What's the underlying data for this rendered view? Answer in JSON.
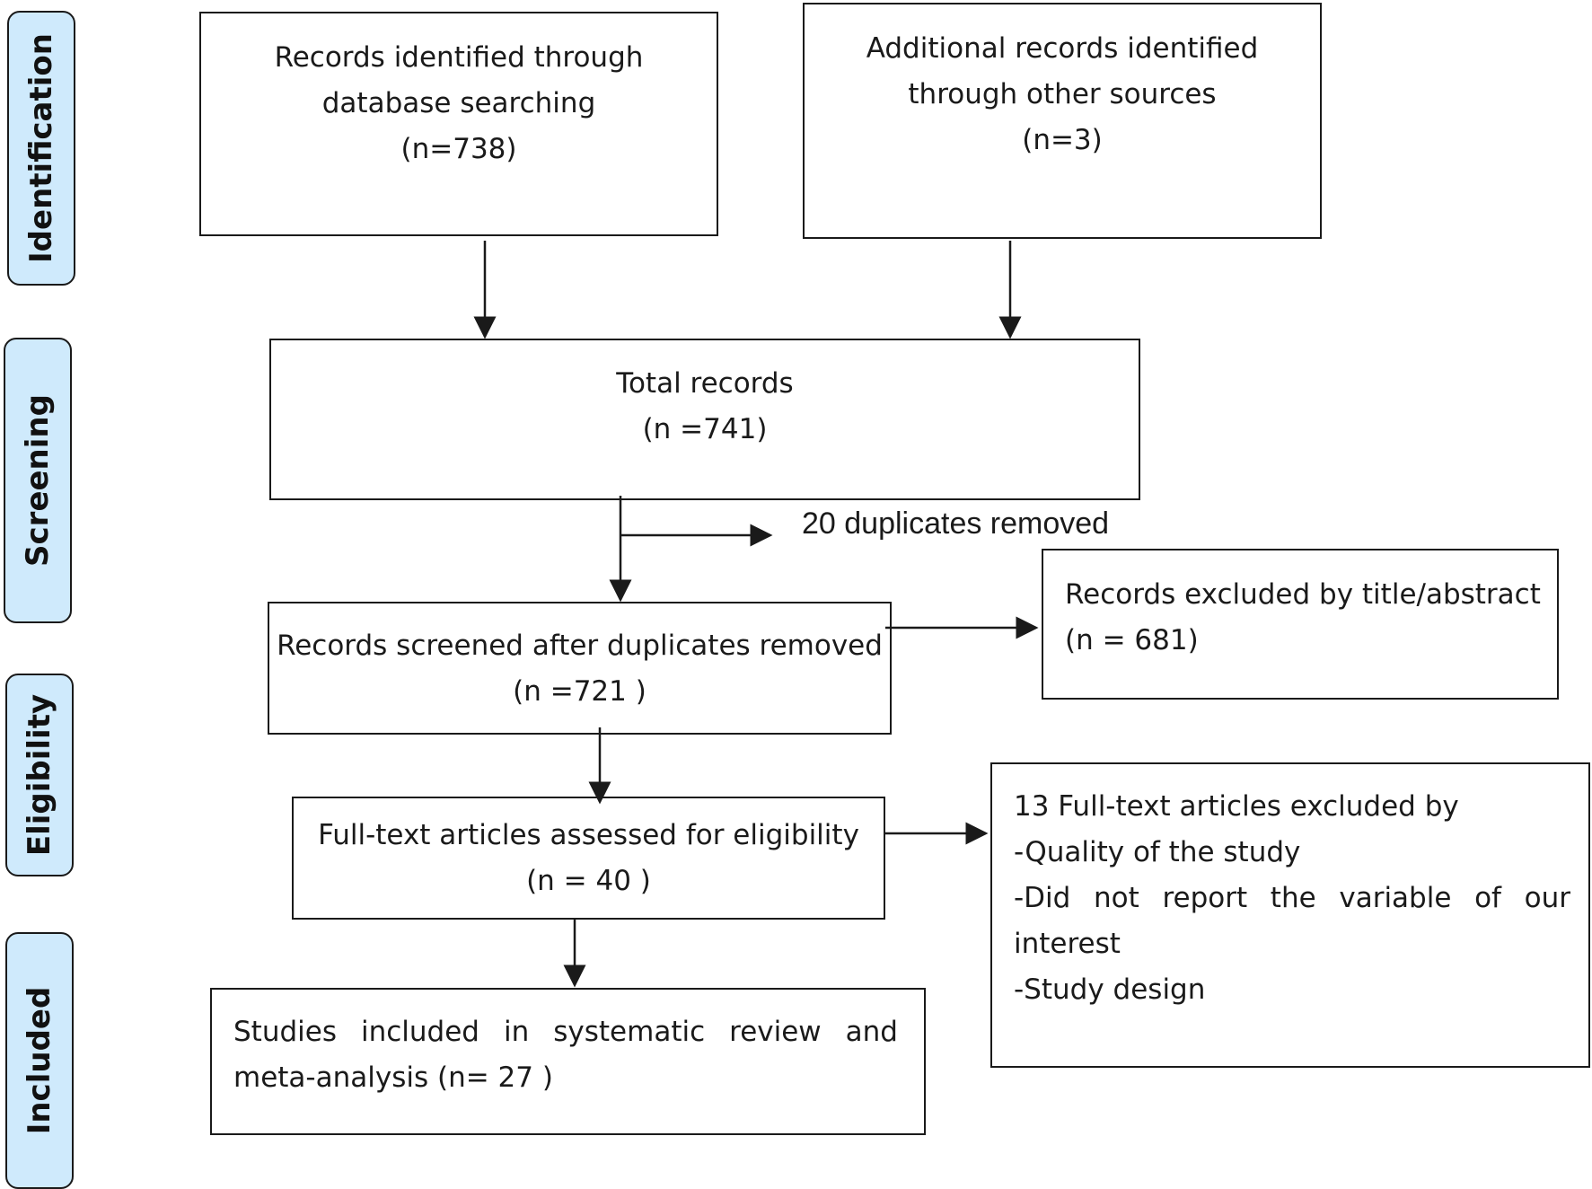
{
  "stages": {
    "identification": "Identification",
    "screening": "Screening",
    "eligibility": "Eligibility",
    "included": "Included"
  },
  "boxes": {
    "database_records": {
      "line1": "Records identified through",
      "line2": "database searching",
      "count": "(n=738)"
    },
    "other_sources": {
      "line1": "Additional records identified",
      "line2": "through other sources",
      "count": "(n=3)"
    },
    "total_records": {
      "title": "Total records",
      "count": "(n =741)"
    },
    "duplicates_removed": "20 duplicates removed",
    "screened": {
      "title": "Records screened after duplicates removed",
      "count": "(n =721 )"
    },
    "excluded_title_abstract": {
      "title": "Records excluded by title/abstract",
      "count": "(n = 681)"
    },
    "full_text_assessed": {
      "title": "Full-text articles assessed for eligibility",
      "count": "(n = 40 )"
    },
    "full_text_excluded": {
      "title": "13 Full-text articles excluded by",
      "reason1": "-Quality of the study",
      "reason2": "-Did not report the variable of our interest",
      "reason3": "-Study design"
    },
    "included": {
      "text": "Studies included in systematic review and meta-analysis (n= 27 )"
    }
  }
}
